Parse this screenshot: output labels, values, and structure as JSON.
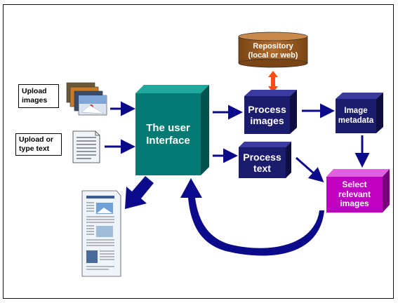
{
  "diagram": {
    "inputs": {
      "upload_images": "Upload\nimages",
      "upload_text": "Upload or\ntype text"
    },
    "nodes": {
      "user_interface": "The user\nInterface",
      "repository": "Repository\n(local or web)",
      "process_images": "Process\nimages",
      "process_text": "Process\ntext",
      "image_metadata": "Image\nmetadata",
      "select_images": "Select\nrelevant\nimages"
    },
    "colors": {
      "interface_face": "#007A73",
      "process_face": "#1C1C6E",
      "select_face": "#C000C0",
      "repository_fill": "#9A5A22",
      "arrow": "#0A0A8A",
      "repo_arrow": "#FF4A10"
    }
  }
}
